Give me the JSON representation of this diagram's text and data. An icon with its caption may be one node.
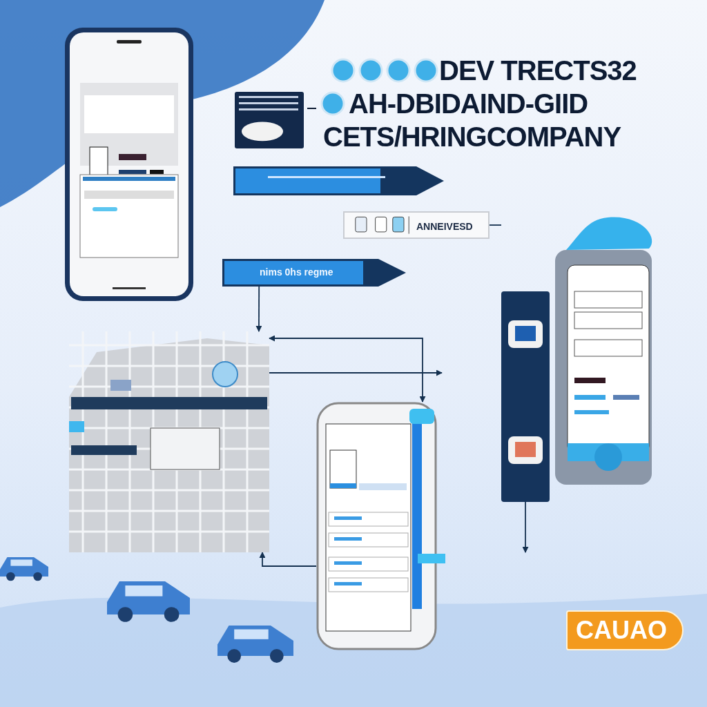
{
  "diagram": {
    "title": "DEV TRECTS32 AH-DBIDAIND-GIID CETS/HRINGCOMPANY",
    "nodes": [
      {
        "text": [],
        "shape": "picture"
      },
      {
        "text": [],
        "shape": "picture"
      },
      {
        "text": [],
        "shape": "bar"
      },
      {
        "text": [
          "ANNEIVESD"
        ]
      },
      {
        "text": [
          "nims 0hs regme"
        ]
      },
      {
        "text": [],
        "shape": "picture"
      },
      {
        "text": [],
        "shape": "picture"
      },
      {
        "text": [],
        "shape": "picture"
      },
      {
        "text": [],
        "shape": "box"
      }
    ],
    "edges": [
      {
        "from": 4,
        "to": 5,
        "arrow": "to"
      },
      {
        "from": 5,
        "to": 6,
        "arrow": "both"
      },
      {
        "from": 5,
        "to": null,
        "arrow": "to"
      },
      {
        "from": 6,
        "to": 5,
        "arrow": "to"
      },
      {
        "from": 8,
        "to": null,
        "arrow": "to"
      },
      {
        "from": 3,
        "to": null,
        "arrow": "none"
      }
    ],
    "labels": [
      "CAUAO"
    ]
  }
}
